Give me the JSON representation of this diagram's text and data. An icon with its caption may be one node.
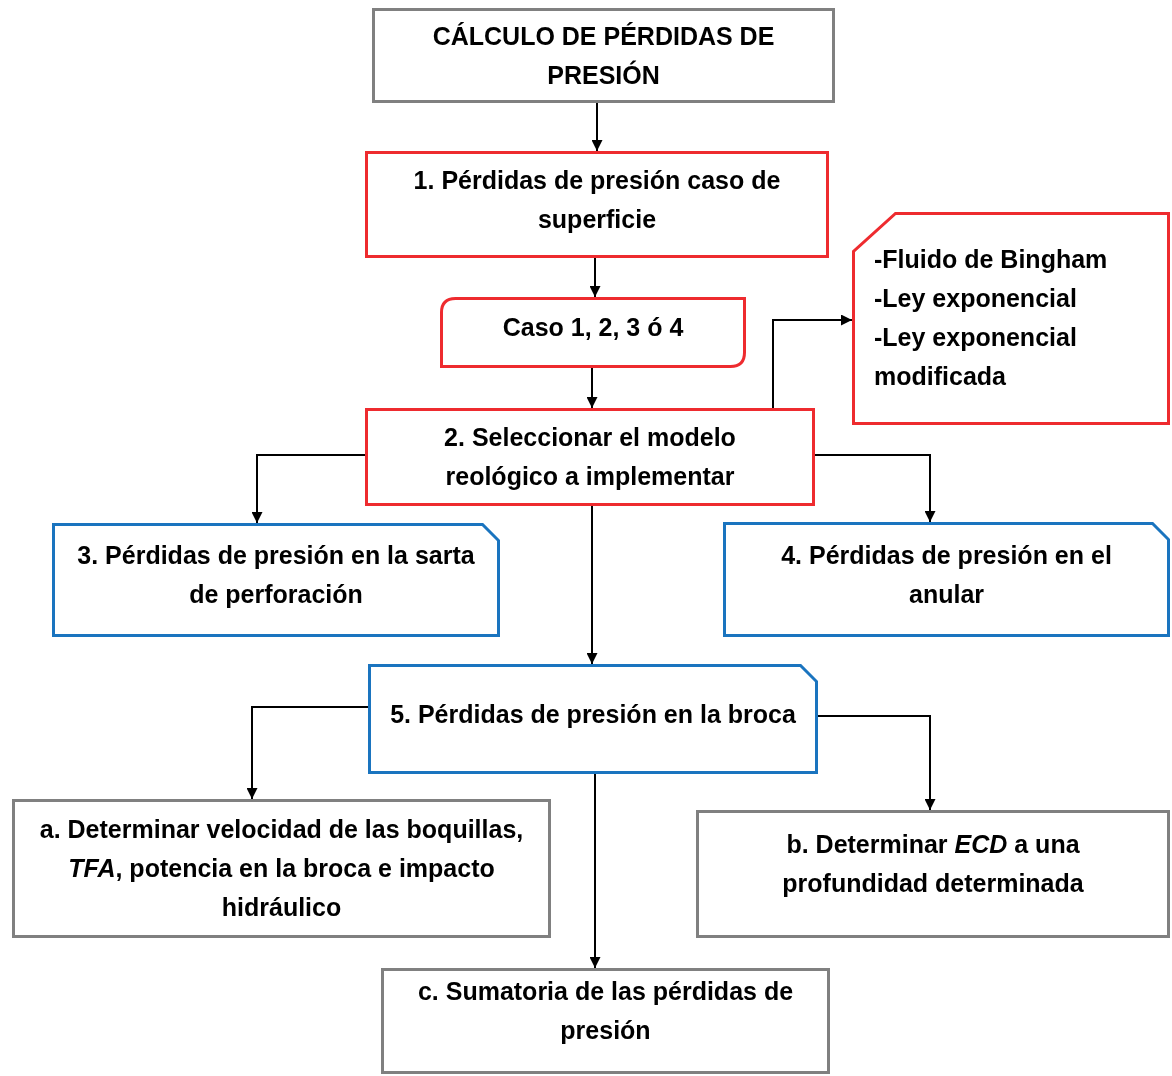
{
  "diagram": {
    "nodes": [
      {
        "text": [
          "CÁLCULO DE PÉRDIDAS DE PRESIÓN"
        ]
      },
      {
        "text": [
          "1. Pérdidas de presión caso de superficie"
        ]
      },
      {
        "text": [
          "Caso 1, 2, 3 ó 4"
        ]
      },
      {
        "text": [
          "2. Seleccionar el modelo reológico a implementar"
        ]
      },
      {
        "text": [
          "-Fluido de Bingham",
          "-Ley exponencial",
          "-Ley exponencial modificada"
        ]
      },
      {
        "text": [
          "3. Pérdidas de presión en la sarta de perforación"
        ]
      },
      {
        "text": [
          "4. Pérdidas de presión en el anular"
        ]
      },
      {
        "text": [
          "5. Pérdidas de presión en la broca"
        ]
      },
      {
        "text": [
          "a. Determinar velocidad de las boquillas, *TFA*, potencia en la broca e impacto hidráulico"
        ]
      },
      {
        "text": [
          "b. Determinar *ECD* a una profundidad determinada"
        ]
      },
      {
        "text": [
          "c. Sumatoria de las pérdidas de presión"
        ]
      }
    ],
    "edges": [
      {
        "from": 0,
        "to": 1,
        "arrow": "to"
      },
      {
        "from": 1,
        "to": 2,
        "arrow": "to"
      },
      {
        "from": 2,
        "to": 3,
        "arrow": "to"
      },
      {
        "from": 3,
        "to": 4,
        "arrow": "to"
      },
      {
        "from": 3,
        "to": 5,
        "arrow": "to"
      },
      {
        "from": 3,
        "to": 6,
        "arrow": "to"
      },
      {
        "from": 3,
        "to": 7,
        "arrow": "to"
      },
      {
        "from": 7,
        "to": 8,
        "arrow": "to"
      },
      {
        "from": 7,
        "to": 9,
        "arrow": "to"
      },
      {
        "from": 7,
        "to": 10,
        "arrow": "to"
      }
    ]
  }
}
